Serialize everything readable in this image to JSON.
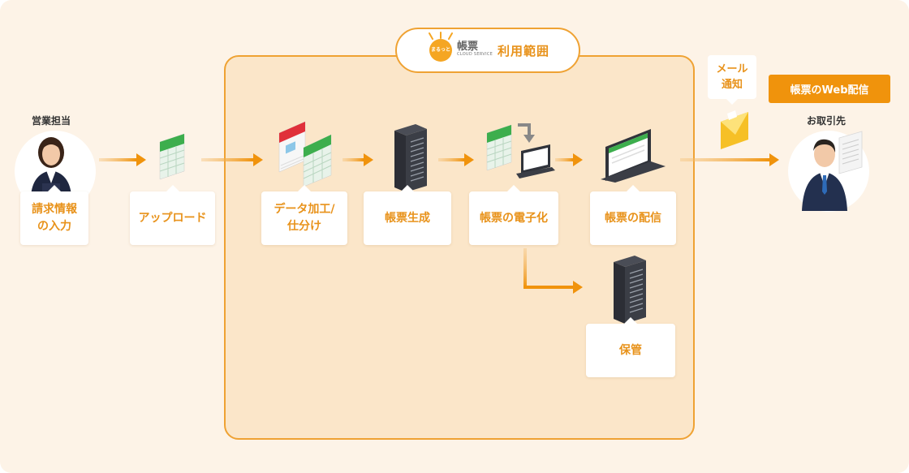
{
  "scope": {
    "logo_text": "まるっと",
    "logo_name": "帳票",
    "logo_sub": "CLOUD SERVICE",
    "label": "利用範囲"
  },
  "actors": {
    "sales": "営業担当",
    "client": "お取引先"
  },
  "steps": {
    "input": "請求情報\nの入力",
    "upload": "アップロード",
    "process": "データ加工/\n仕分け",
    "generate": "帳票生成",
    "digitize": "帳票の電子化",
    "deliver": "帳票の配信",
    "store": "保管"
  },
  "mail": "メール\n通知",
  "web_delivery": "帳票のWeb配信",
  "colors": {
    "accent": "#efa233",
    "text_accent": "#e8921a",
    "badge": "#f0930c",
    "scope_bg": "#fbe6c9",
    "bg": "#fdf3e7"
  }
}
